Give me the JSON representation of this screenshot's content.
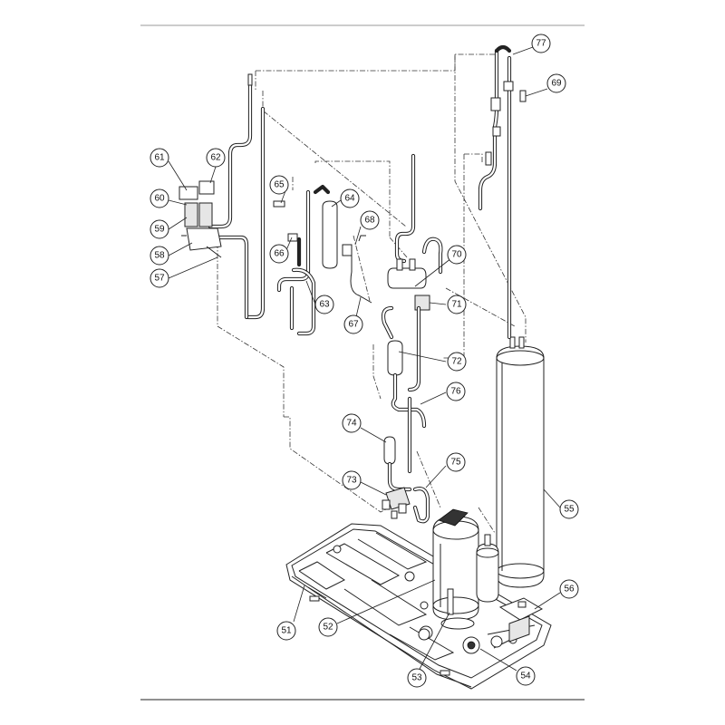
{
  "callouts": [
    {
      "id": "51",
      "label": "51"
    },
    {
      "id": "52",
      "label": "52"
    },
    {
      "id": "53",
      "label": "53"
    },
    {
      "id": "54",
      "label": "54"
    },
    {
      "id": "55",
      "label": "55"
    },
    {
      "id": "56",
      "label": "56"
    },
    {
      "id": "57",
      "label": "57"
    },
    {
      "id": "58",
      "label": "58"
    },
    {
      "id": "59",
      "label": "59"
    },
    {
      "id": "60",
      "label": "60"
    },
    {
      "id": "61",
      "label": "61"
    },
    {
      "id": "62",
      "label": "62"
    },
    {
      "id": "63",
      "label": "63"
    },
    {
      "id": "64",
      "label": "64"
    },
    {
      "id": "65",
      "label": "65"
    },
    {
      "id": "66",
      "label": "66"
    },
    {
      "id": "67",
      "label": "67"
    },
    {
      "id": "68",
      "label": "68"
    },
    {
      "id": "69",
      "label": "69"
    },
    {
      "id": "70",
      "label": "70"
    },
    {
      "id": "71",
      "label": "71"
    },
    {
      "id": "72",
      "label": "72"
    },
    {
      "id": "73",
      "label": "73"
    },
    {
      "id": "74",
      "label": "74"
    },
    {
      "id": "75",
      "label": "75"
    },
    {
      "id": "76",
      "label": "76"
    },
    {
      "id": "77",
      "label": "77"
    }
  ],
  "colors": {
    "line": "#222222",
    "background": "#ffffff",
    "frame_rule": "#bbbbbb"
  }
}
